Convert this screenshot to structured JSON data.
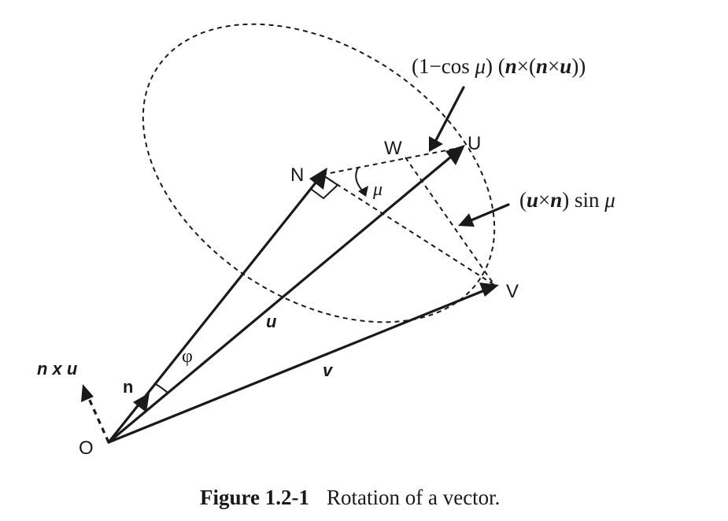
{
  "points": {
    "origin": "O",
    "n_point": "N",
    "w_point": "W",
    "u_point": "U",
    "v_point": "V"
  },
  "vectors": {
    "n": "n",
    "u": "u",
    "v": "v",
    "n_cross_u": "n x u"
  },
  "angles": {
    "phi": "φ",
    "mu": "μ"
  },
  "formulas": {
    "top": {
      "p1": "(1−cos ",
      "mu": "μ",
      "p2": ")  (",
      "b1": "n",
      "x1": "×(",
      "b2": "n",
      "x2": "×",
      "b3": "u",
      "p3": "))"
    },
    "side": {
      "p1": "(",
      "b1": "u",
      "x1": "×",
      "b2": "n",
      "p2": ") sin ",
      "mu": "μ"
    }
  },
  "caption": {
    "number": "Figure 1.2-1",
    "text": "Rotation of a vector."
  }
}
